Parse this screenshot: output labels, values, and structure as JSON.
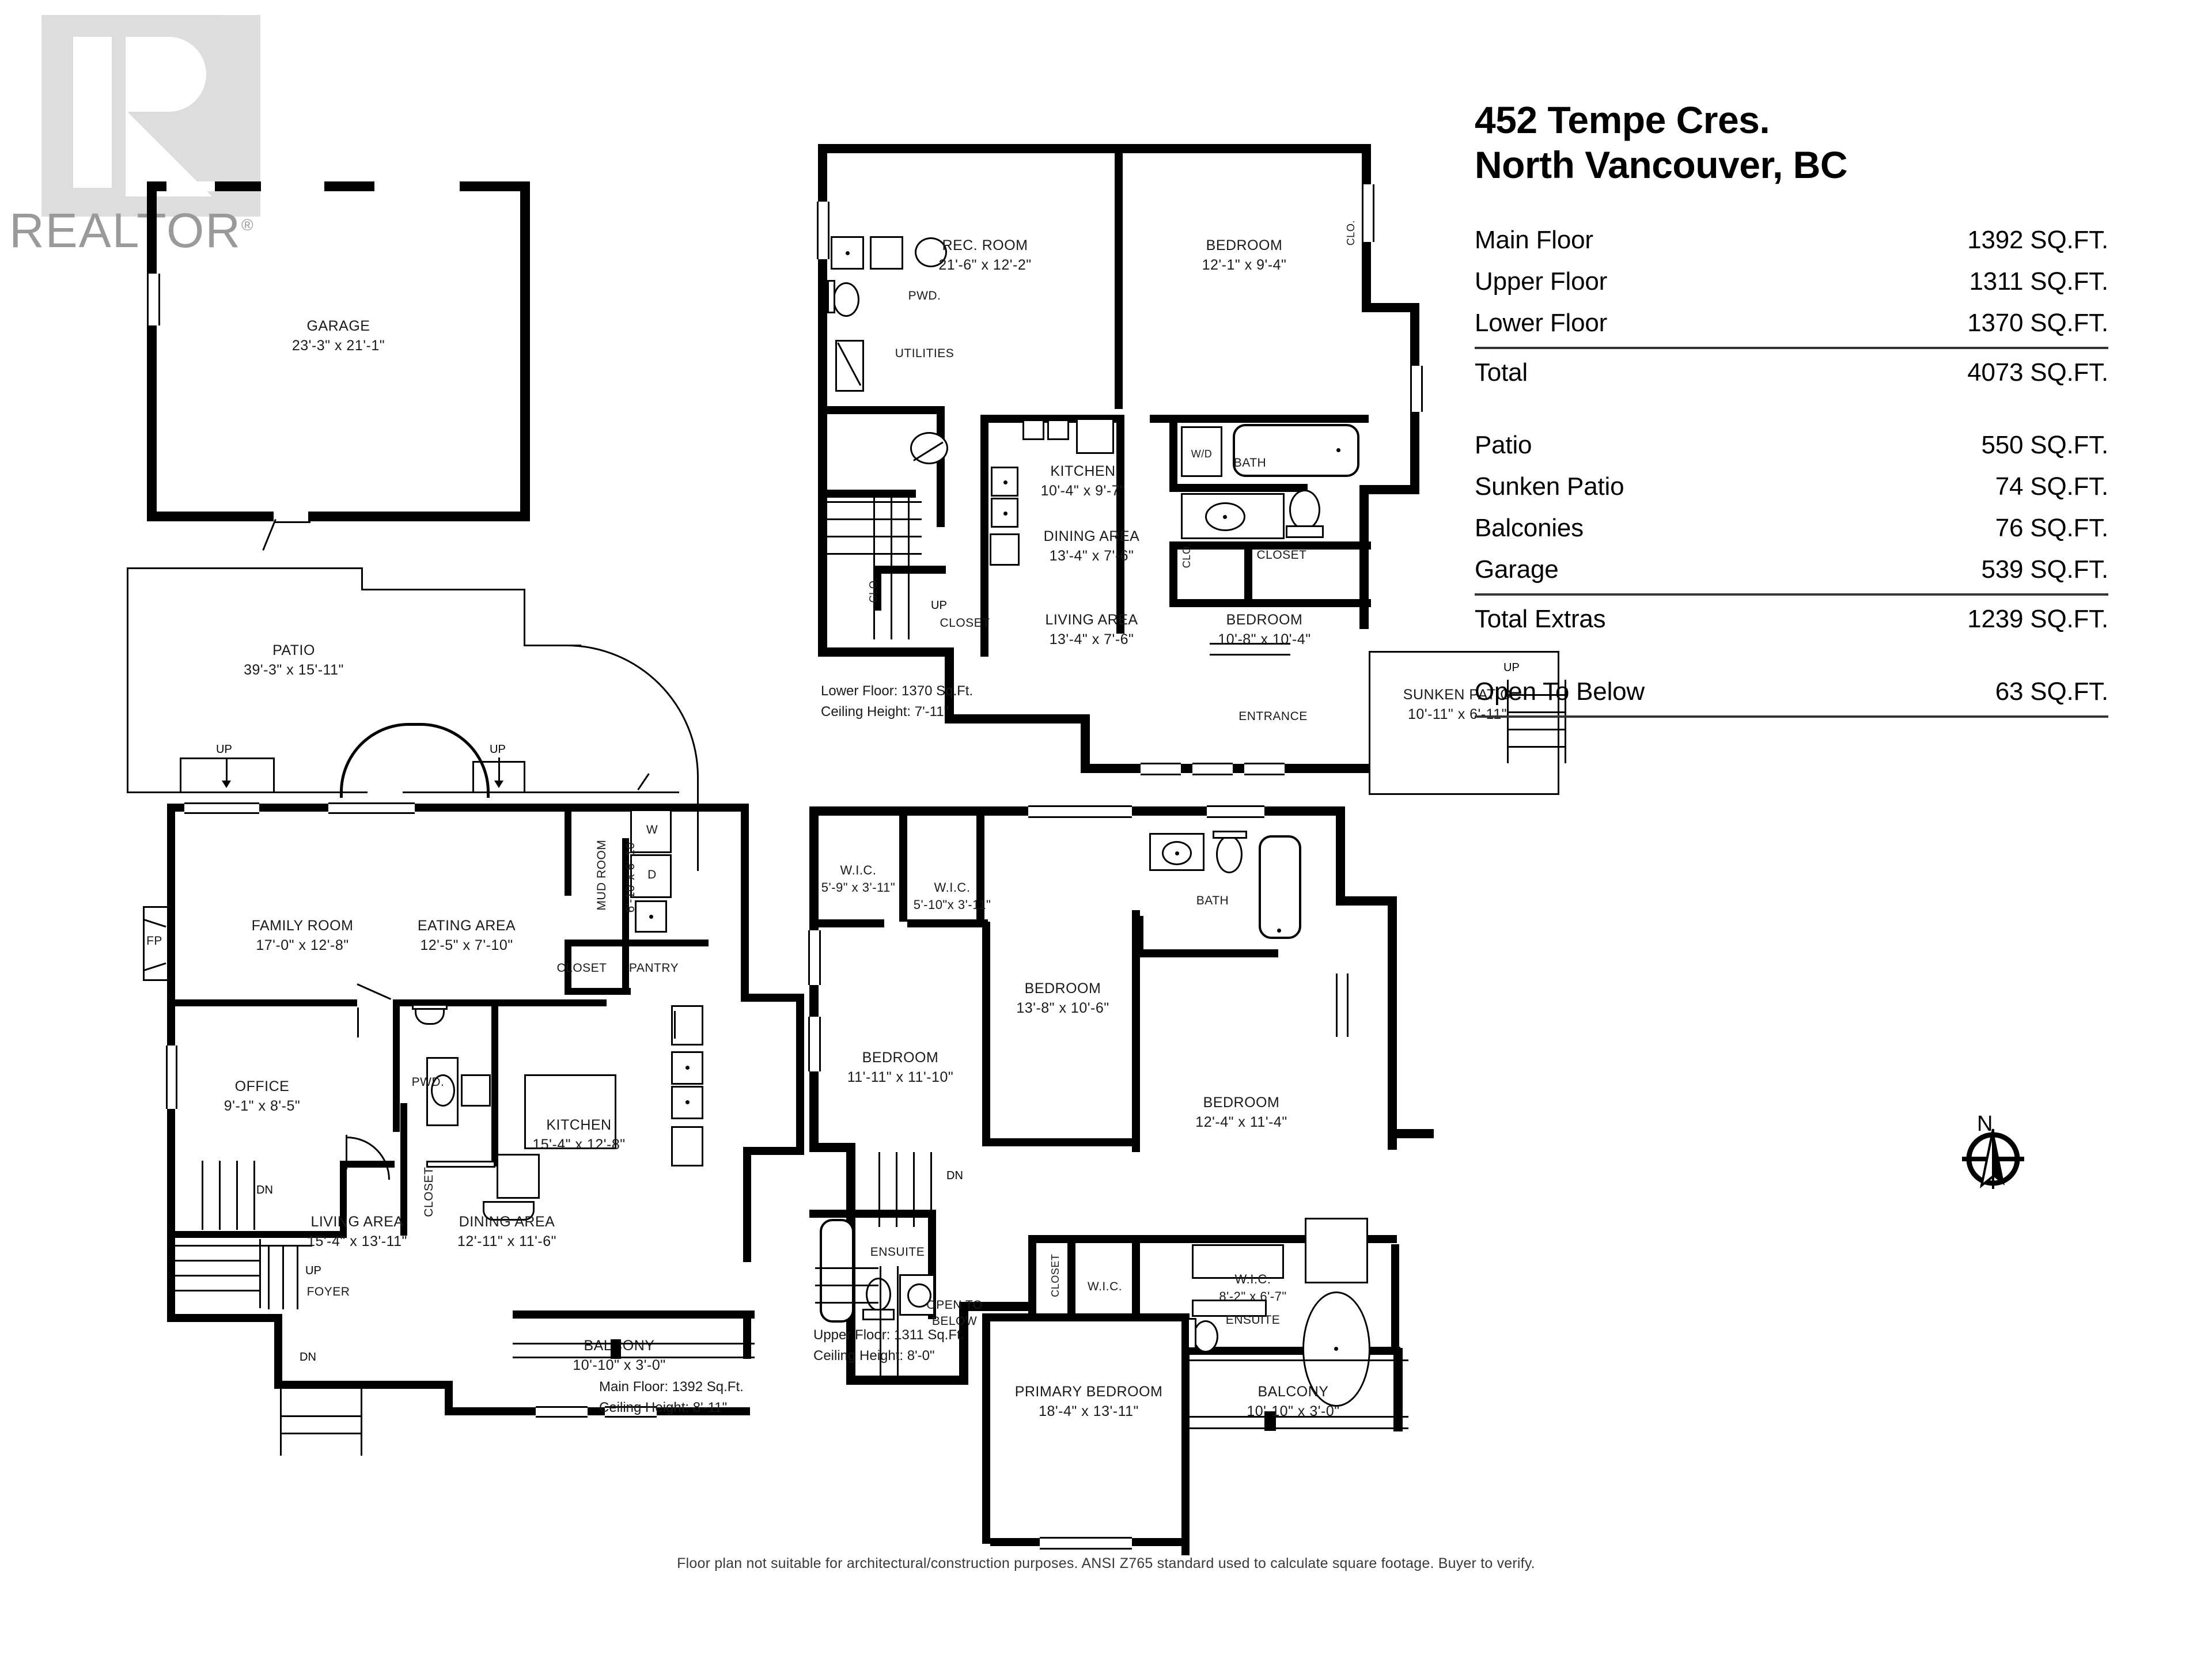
{
  "watermark": {
    "text": "REALTOR",
    "registered": "®"
  },
  "header": {
    "address_line1": "452 Tempe Cres.",
    "address_line2": "North Vancouver, BC"
  },
  "areas": {
    "main_rows": [
      {
        "label": "Main Floor",
        "value": "1392 SQ.FT."
      },
      {
        "label": "Upper Floor",
        "value": "1311 SQ.FT."
      },
      {
        "label": "Lower Floor",
        "value": "1370 SQ.FT."
      }
    ],
    "total": {
      "label": "Total",
      "value": "4073 SQ.FT."
    },
    "extra_rows": [
      {
        "label": "Patio",
        "value": "550 SQ.FT."
      },
      {
        "label": "Sunken Patio",
        "value": "74 SQ.FT."
      },
      {
        "label": "Balconies",
        "value": "76 SQ.FT."
      },
      {
        "label": "Garage",
        "value": "539 SQ.FT."
      }
    ],
    "total_extras": {
      "label": "Total Extras",
      "value": "1239 SQ.FT."
    },
    "open_to_below": {
      "label": "Open To Below",
      "value": "63 SQ.FT."
    }
  },
  "compass": {
    "north_letter": "N"
  },
  "footer": {
    "disclaimer": "Floor plan not suitable for architectural/construction purposes. ANSI Z765 standard used to calculate square footage. Buyer to verify."
  },
  "garage": {
    "name": "GARAGE",
    "dimensions": "23'-3\"  x  21'-1\""
  },
  "patio": {
    "name": "PATIO",
    "dimensions": "39'-3\"  x 15'-11\"",
    "up_left": "UP",
    "up_right": "UP"
  },
  "main_floor": {
    "note_area": "Main Floor: 1392 Sq.Ft.",
    "note_ceiling": "Ceiling Height: 8'-11\"",
    "rooms": [
      {
        "name": "FAMILY ROOM",
        "dimensions": "17'-0\"  x  12'-8\""
      },
      {
        "name": "EATING AREA",
        "dimensions": "12'-5\"  x  7'-10\""
      },
      {
        "name": "OFFICE",
        "dimensions": "9'-1\"  x  8'-5\""
      },
      {
        "name": "KITCHEN",
        "dimensions": "15'-4\"  x  12'-8\""
      },
      {
        "name": "LIVING AREA",
        "dimensions": "15'-4\"   x  13'-11\""
      },
      {
        "name": "DINING AREA",
        "dimensions": "12'-11\"  x  11'-6\""
      },
      {
        "name": "BALCONY",
        "dimensions": "10'-10\" x  3'-0\""
      },
      {
        "name": "MUD ROOM",
        "dimensions": "6'-10\"x 6'-10\""
      }
    ],
    "small_labels": [
      "FP",
      "PWD.",
      "CLOSET",
      "PANTRY",
      "CLOSET",
      "FOYER",
      "W",
      "D",
      "UP",
      "DN",
      "DN"
    ]
  },
  "lower_floor": {
    "note_area": "Lower Floor: 1370 Sq.Ft.",
    "note_ceiling": "Ceiling Height: 7'-11\"",
    "rooms": [
      {
        "name": "REC. ROOM",
        "dimensions": "21'-6\"  x  12'-2\""
      },
      {
        "name": "BEDROOM",
        "dimensions": "12'-1\"  x  9'-4\""
      },
      {
        "name": "KITCHEN",
        "dimensions": "10'-4\"  x  9'-7\""
      },
      {
        "name": "DINING AREA",
        "dimensions": "13'-4\"  x  7'-6\""
      },
      {
        "name": "LIVING AREA",
        "dimensions": "13'-4\"  x  7'-6\""
      },
      {
        "name": "BEDROOM",
        "dimensions": "10'-8\"  x  10'-4\""
      },
      {
        "name": "SUNKEN PATIO",
        "dimensions": "10'-11\"  x  6'-11\""
      }
    ],
    "small_labels": [
      "PWD.",
      "UTILITIES",
      "BATH",
      "W/D",
      "CLO.",
      "CLO.",
      "CLOSET",
      "CLO.",
      "CLOSET",
      "ENTRANCE",
      "UP",
      "UP"
    ]
  },
  "upper_floor": {
    "note_area": "Upper Floor: 1311 Sq.Ft.",
    "note_ceiling": "Ceiling Height: 8'-0\"",
    "rooms": [
      {
        "name": "W.I.C.",
        "dimensions": "5'-9\" x 3'-11\""
      },
      {
        "name": "W.I.C.",
        "dimensions": "5'-10\"x 3'-11\""
      },
      {
        "name": "BEDROOM",
        "dimensions": "13'-8\"  x  10'-6\""
      },
      {
        "name": "BEDROOM",
        "dimensions": "11'-11\"  x  11'-10\""
      },
      {
        "name": "BEDROOM",
        "dimensions": "12'-4\"  x  11'-4\""
      },
      {
        "name": "W.I.C.",
        "dimensions": "8'-2\"  x  6'-7\""
      },
      {
        "name": "PRIMARY BEDROOM",
        "dimensions": "18'-4\"  x  13'-11\""
      },
      {
        "name": "BALCONY",
        "dimensions": "10'-10\" x  3'-0\""
      }
    ],
    "small_labels": [
      "BATH",
      "ENSUITE",
      "ENSUITE",
      "W.I.C.",
      "CLOSET",
      "OPEN TO",
      "BELOW",
      "DN"
    ]
  }
}
